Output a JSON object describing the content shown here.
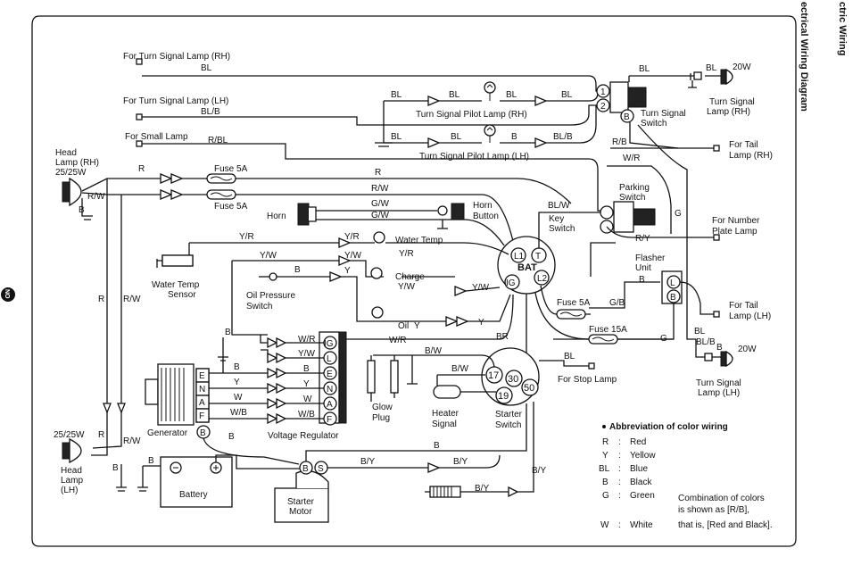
{
  "header": {
    "title_top": "ctric Wiring",
    "title_side": "ectrical Wiring Diagram",
    "page_mark": "NO"
  },
  "components": {
    "turn_rh_label": "For Turn Signal Lamp (RH)",
    "turn_lh_label": "For Turn Signal Lamp (LH)",
    "small_lamp_label": "For Small Lamp",
    "pilot_rh_label": "Turn Signal Pilot Lamp (RH)",
    "pilot_lh_label": "Turn Signal Pilot Lamp (LH)",
    "turn_switch_label_1": "Turn Signal",
    "turn_switch_label_2": "Switch",
    "turn_lamp_rh_label_1": "Turn Signal",
    "turn_lamp_rh_label_2": "Lamp (RH)",
    "turn_lamp_rh_watt": "20W",
    "head_rh_label_1": "Head",
    "head_rh_label_2": "Lamp (RH)",
    "head_rh_watt": "25/25W",
    "fuse_top_1": "Fuse 5A",
    "fuse_top_2": "Fuse 5A",
    "horn_label": "Horn",
    "horn_button_1": "Horn",
    "horn_button_2": "Button",
    "tail_rh_1": "For Tail",
    "tail_rh_2": "Lamp (RH)",
    "parking_1": "Parking",
    "parking_2": "Switch",
    "key_1": "Key",
    "key_2": "Switch",
    "number_1": "For Number",
    "number_2": "Plate Lamp",
    "flasher_1": "Flasher",
    "flasher_2": "Unit",
    "water_temp_label": "Water Temp",
    "water_sensor_1": "Water Temp",
    "water_sensor_2": "Sensor",
    "charge_label": "Charge",
    "oil_pressure_1": "Oil Pressure",
    "oil_pressure_2": "Switch",
    "oil_label": "Oil",
    "fuse_mid": "Fuse 5A",
    "fuse_15": "Fuse 15A",
    "tail_lh_1": "For Tail",
    "tail_lh_2": "Lamp (LH)",
    "turn_lamp_lh_1": "Turn Signal",
    "turn_lamp_lh_2": "Lamp (LH)",
    "turn_lamp_lh_watt": "20W",
    "stop_lamp": "For Stop Lamp",
    "glow_1": "Glow",
    "glow_2": "Plug",
    "heater_1": "Heater",
    "heater_2": "Signal",
    "starter_sw_1": "Starter",
    "starter_sw_2": "Switch",
    "generator": "Generator",
    "regulator": "Voltage Regulator",
    "head_lh_watt": "25/25W",
    "head_lh_1": "Head",
    "head_lh_2": "Lamp",
    "head_lh_3": "(LH)",
    "battery": "Battery",
    "starter_motor_1": "Starter",
    "starter_motor_2": "Motor"
  },
  "terminals": {
    "bat": "BAT",
    "l1": "L1",
    "t": "T",
    "ig": "IG",
    "l2": "L2",
    "s17": "17",
    "s30": "30",
    "s19": "19",
    "s50": "50",
    "ts1": "1",
    "ts2": "2",
    "tsb": "B",
    "fl": "L",
    "fb": "B",
    "gb": "B",
    "mb": "B",
    "ms": "S",
    "reg": [
      "IG",
      "L",
      "E",
      "N",
      "A",
      "F"
    ],
    "gen": [
      "E",
      "N",
      "A",
      "F"
    ]
  },
  "wires": {
    "bl": "BL",
    "blb": "BL/B",
    "rbl": "R/BL",
    "r": "R",
    "rw": "R/W",
    "gw": "G/W",
    "blw": "BL/W",
    "rb": "R/B",
    "wr": "W/R",
    "ry": "R/Y",
    "g": "G",
    "yr": "Y/R",
    "yw": "Y/W",
    "y": "Y",
    "b": "B",
    "gb": "G/B",
    "br": "BR",
    "bw": "B/W",
    "wb": "W/B",
    "w": "W",
    "by": "B/Y"
  },
  "legend": {
    "title": "Abbreviation of color wiring",
    "items": [
      {
        "code": "R",
        "sep": ":",
        "name": "Red"
      },
      {
        "code": "Y",
        "sep": ":",
        "name": "Yellow"
      },
      {
        "code": "BL",
        "sep": ":",
        "name": "Blue"
      },
      {
        "code": "B",
        "sep": ":",
        "name": "Black"
      },
      {
        "code": "G",
        "sep": ":",
        "name": "Green"
      },
      {
        "code": "W",
        "sep": ":",
        "name": "White"
      }
    ],
    "combo_1": "Combination of colors",
    "combo_2": "is shown as [R/B],",
    "combo_3": "that is, [Red and Black]."
  }
}
